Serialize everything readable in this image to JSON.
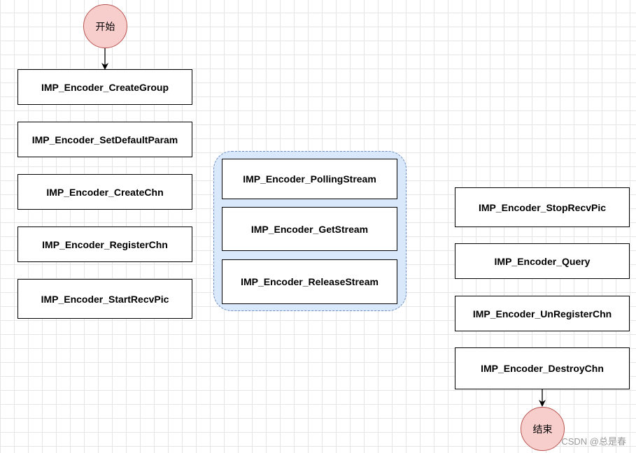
{
  "start": {
    "label": "开始"
  },
  "end": {
    "label": "结束"
  },
  "left_column": [
    {
      "label": "IMP_Encoder_CreateGroup"
    },
    {
      "label": "IMP_Encoder_SetDefaultParam"
    },
    {
      "label": "IMP_Encoder_CreateChn"
    },
    {
      "label": "IMP_Encoder_RegisterChn"
    },
    {
      "label": "IMP_Encoder_StartRecvPic"
    }
  ],
  "stream_group": [
    {
      "label": "IMP_Encoder_PollingStream"
    },
    {
      "label": "IMP_Encoder_GetStream"
    },
    {
      "label": "IMP_Encoder_ReleaseStream"
    }
  ],
  "right_column": [
    {
      "label": "IMP_Encoder_StopRecvPic"
    },
    {
      "label": "IMP_Encoder_Query"
    },
    {
      "label": "IMP_Encoder_UnRegisterChn"
    },
    {
      "label": "IMP_Encoder_DestroyChn"
    }
  ],
  "watermark": "CSDN @总是春",
  "colors": {
    "terminal_fill": "#f8cecc",
    "terminal_stroke": "#b85450",
    "group_fill": "#dae8fc",
    "group_stroke": "#6c8ebf"
  }
}
